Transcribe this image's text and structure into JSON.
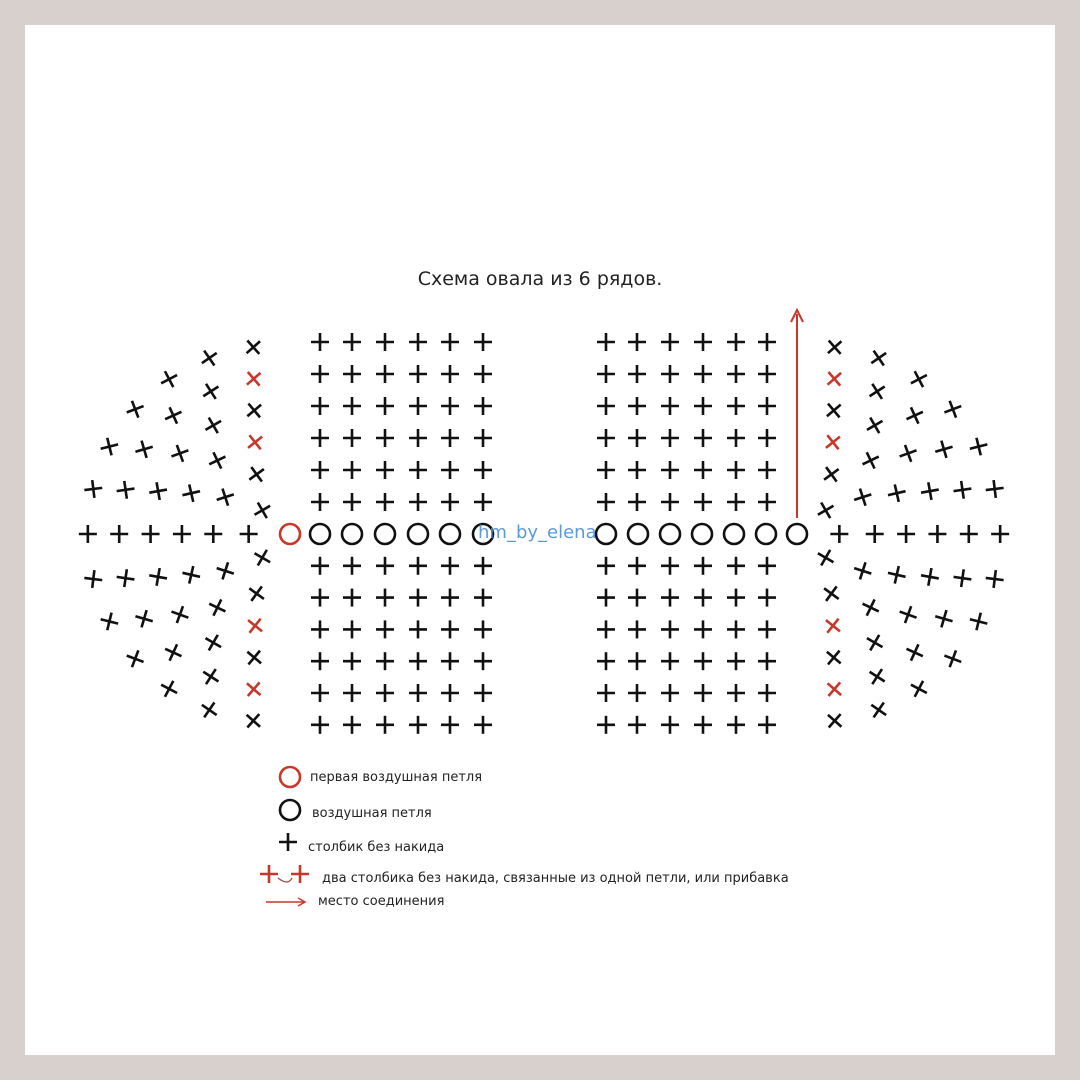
{
  "title": "Схема овала из 6 рядов.",
  "watermark": "hm_by_elena",
  "colors": {
    "black": "#111111",
    "red": "#c8382a",
    "watermark": "#4a90d9",
    "frame": "#d8d0cc"
  },
  "diagram": {
    "rows": 6,
    "block_columns": 6,
    "left_chain_count": 7,
    "right_chain_count": 7,
    "ring_counts": [
      3,
      5,
      7,
      9,
      11,
      13
    ]
  },
  "legend": [
    {
      "icon": "red-circle-icon",
      "label": "первая воздушная петля"
    },
    {
      "icon": "circle-icon",
      "label": "воздушная петля"
    },
    {
      "icon": "plus-icon",
      "label": "столбик без накида"
    },
    {
      "icon": "increase-icon",
      "label": "два столбика без накида, связанные из одной петли, или прибавка"
    },
    {
      "icon": "arrow-icon",
      "label": "место соединения"
    }
  ]
}
